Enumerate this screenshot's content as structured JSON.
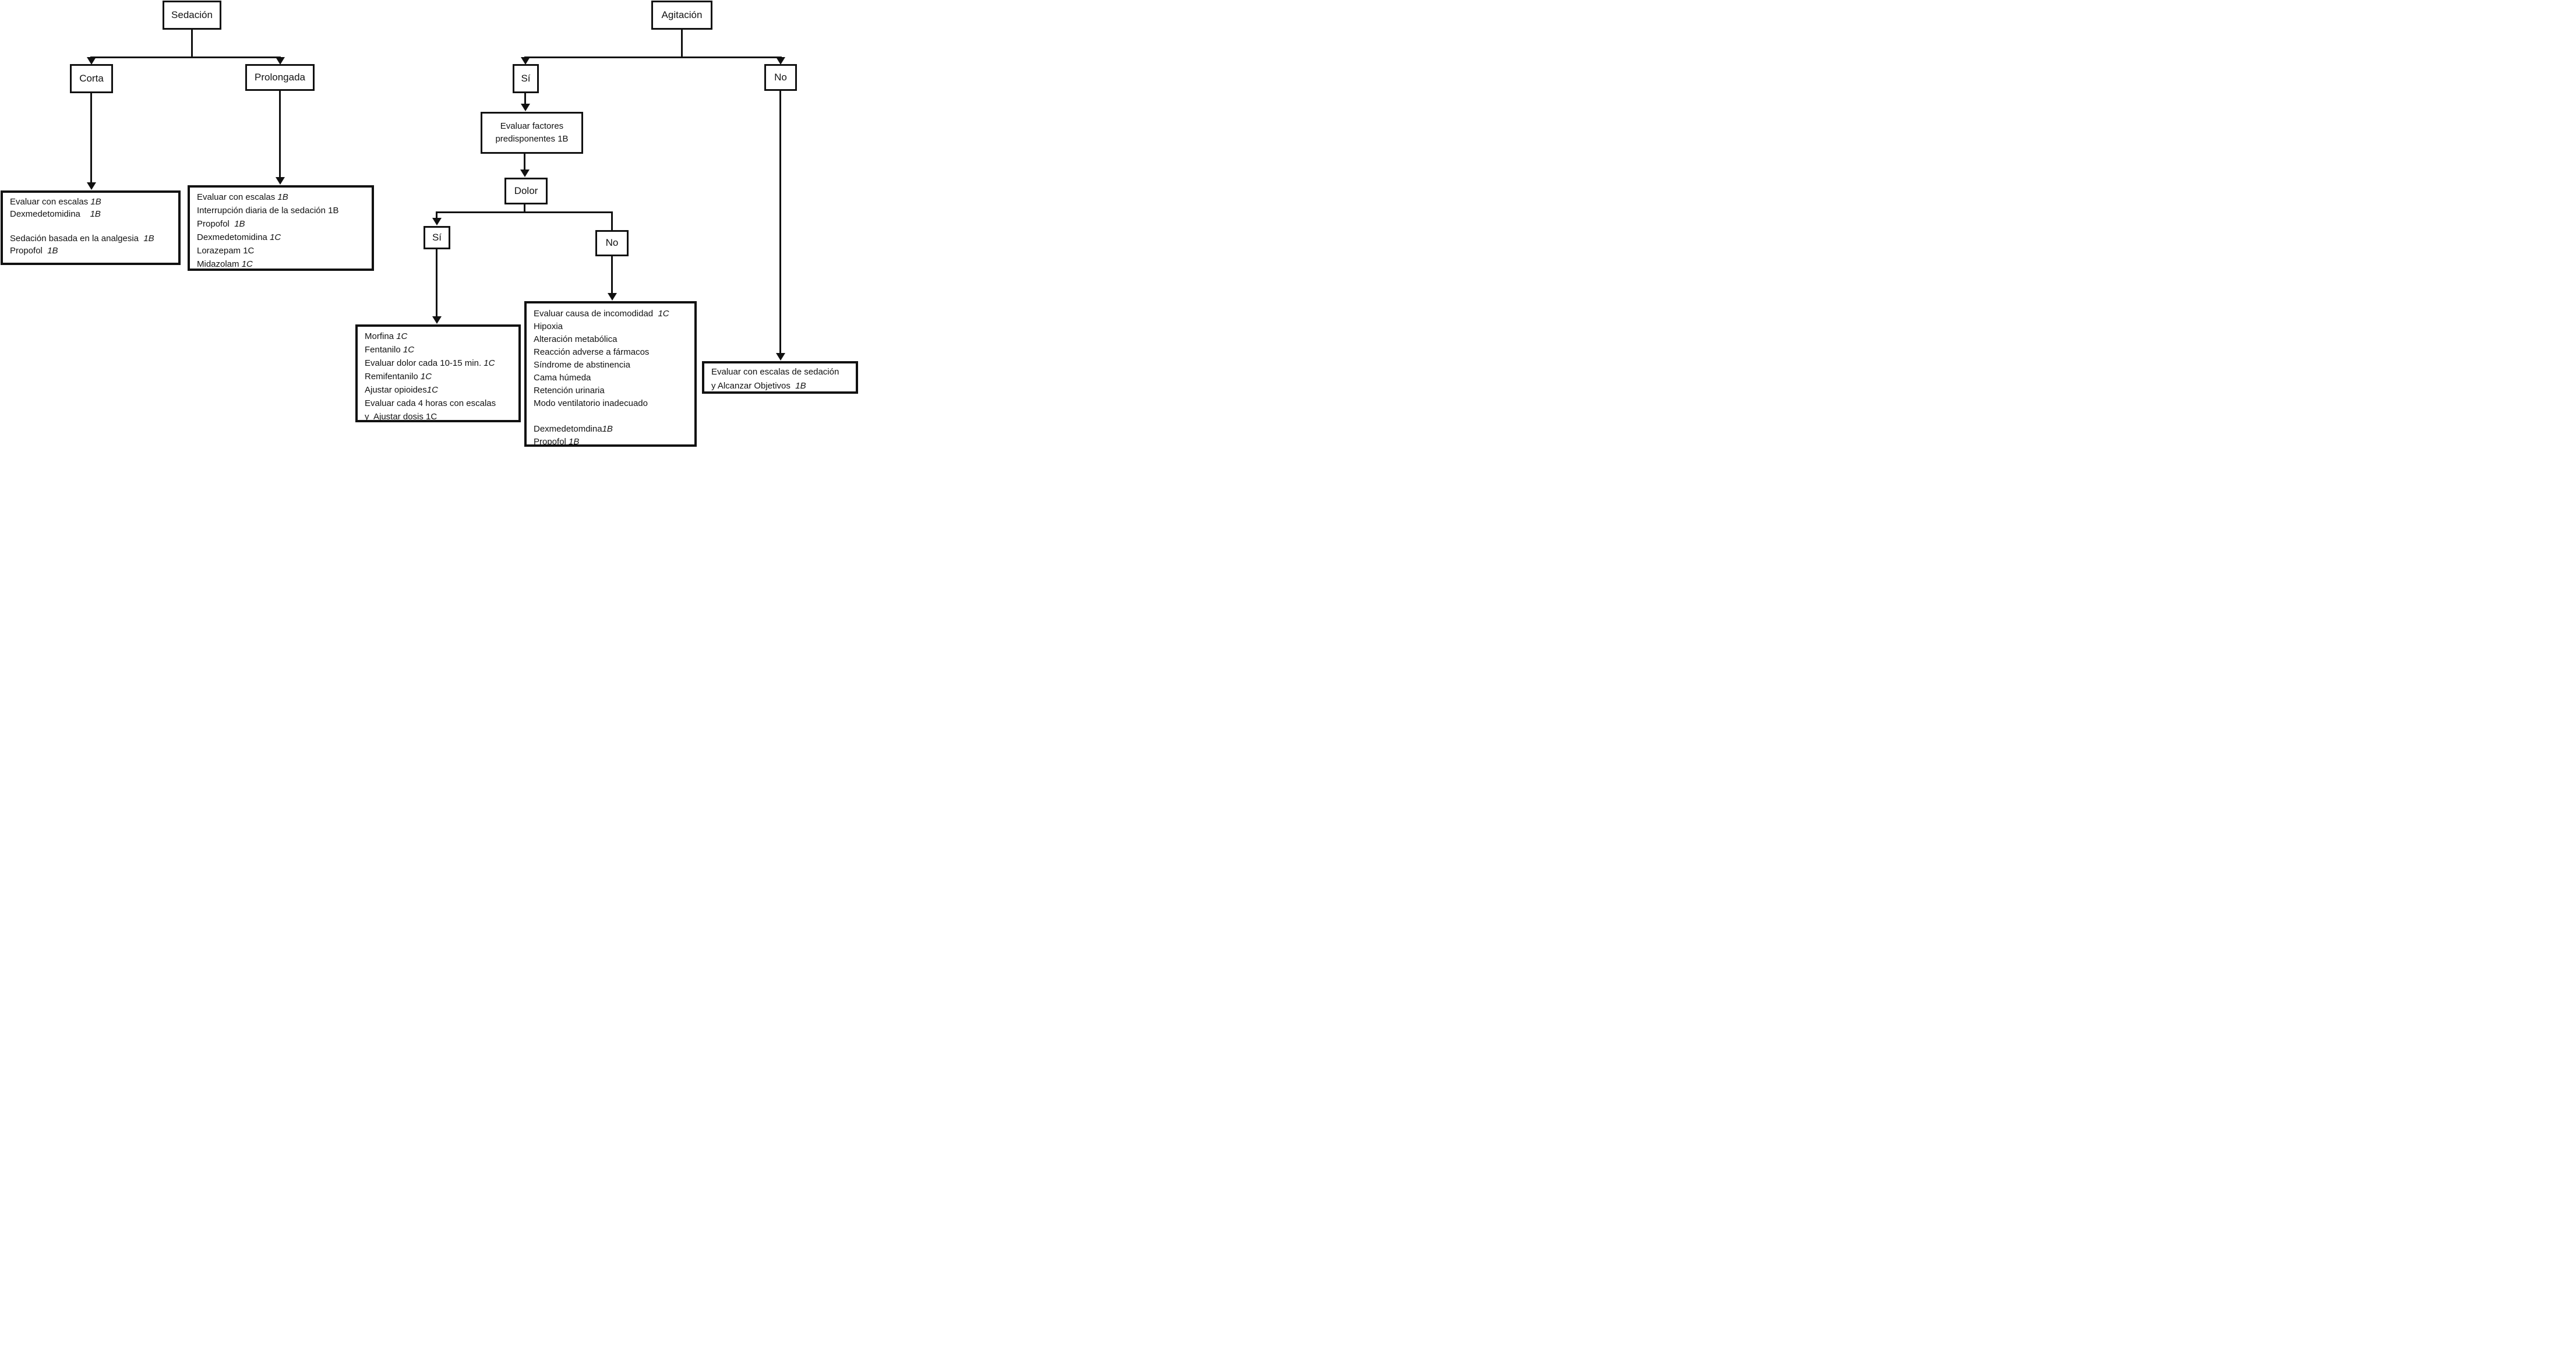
{
  "colors": {
    "background": "#ffffff",
    "stroke": "#111111"
  },
  "left_tree": {
    "root_label": "Sedación",
    "short_label": "Corta",
    "long_label": "Prolongada",
    "short_outcome_lines": [
      {
        "t": "Evaluar con escalas ",
        "g": "1B",
        "gi": true
      },
      {
        "t": "Dexmedetomidina    ",
        "g": "1B",
        "gi": true
      },
      {
        "t": "",
        "g": "",
        "gi": false
      },
      {
        "t": "Sedación basada en la analgesia  ",
        "g": "1B",
        "gi": true
      },
      {
        "t": "Propofol  ",
        "g": "1B",
        "gi": true
      }
    ],
    "long_outcome_lines": [
      {
        "t": "Evaluar con escalas ",
        "g": "1B",
        "gi": true
      },
      {
        "t": "Interrupción diaria de la sedación ",
        "g": "1B",
        "gi": false
      },
      {
        "t": "Propofol  ",
        "g": "1B",
        "gi": true
      },
      {
        "t": "Dexmedetomidina ",
        "g": "1C",
        "gi": true
      },
      {
        "t": "Lorazepam ",
        "g": "1C",
        "gi": false
      },
      {
        "t": "Midazolam ",
        "g": "1C",
        "gi": true
      }
    ]
  },
  "right_tree": {
    "root_label": "Agitación",
    "yes_label": "Sí",
    "no_label": "No",
    "factors_line1": "Evaluar factores",
    "factors_line2": "predisponentes 1B",
    "pain_label": "Dolor",
    "pain_yes_label": "Sí",
    "pain_no_label": "No",
    "pain_yes_outcome_lines": [
      {
        "t": "Morfina ",
        "g": "1C",
        "gi": true
      },
      {
        "t": "Fentanilo ",
        "g": "1C",
        "gi": true
      },
      {
        "t": "Evaluar dolor cada 10-15 min. ",
        "g": "1C",
        "gi": true
      },
      {
        "t": "Remifentanilo ",
        "g": "1C",
        "gi": true
      },
      {
        "t": "Ajustar opioides",
        "g": "1C",
        "gi": true
      },
      {
        "t": "Evaluar cada 4 horas con escalas",
        "g": "",
        "gi": false
      },
      {
        "t": "y  Ajustar dosis ",
        "g": "1C",
        "gi": false
      }
    ],
    "pain_no_outcome_lines": [
      {
        "t": "Evaluar causa de incomodidad  ",
        "g": "1C",
        "gi": true
      },
      {
        "t": "Hipoxia",
        "g": "",
        "gi": false
      },
      {
        "t": "Alteración metabólica",
        "g": "",
        "gi": false
      },
      {
        "t": "Reacción adverse a fármacos",
        "g": "",
        "gi": false
      },
      {
        "t": "Síndrome de abstinencia",
        "g": "",
        "gi": false
      },
      {
        "t": "Cama húmeda",
        "g": "",
        "gi": false
      },
      {
        "t": "Retención urinaria",
        "g": "",
        "gi": false
      },
      {
        "t": "Modo ventilatorio inadecuado",
        "g": "",
        "gi": false
      },
      {
        "t": "",
        "g": "",
        "gi": false
      },
      {
        "t": "Dexmedetomdina",
        "g": "1B",
        "gi": true
      },
      {
        "t": "Propofol ",
        "g": "1B",
        "gi": true
      }
    ],
    "no_outcome_lines": [
      {
        "t": "Evaluar con escalas de sedación",
        "g": "",
        "gi": false
      },
      {
        "t": "y Alcanzar Objetivos  ",
        "g": "1B",
        "gi": true
      }
    ]
  }
}
